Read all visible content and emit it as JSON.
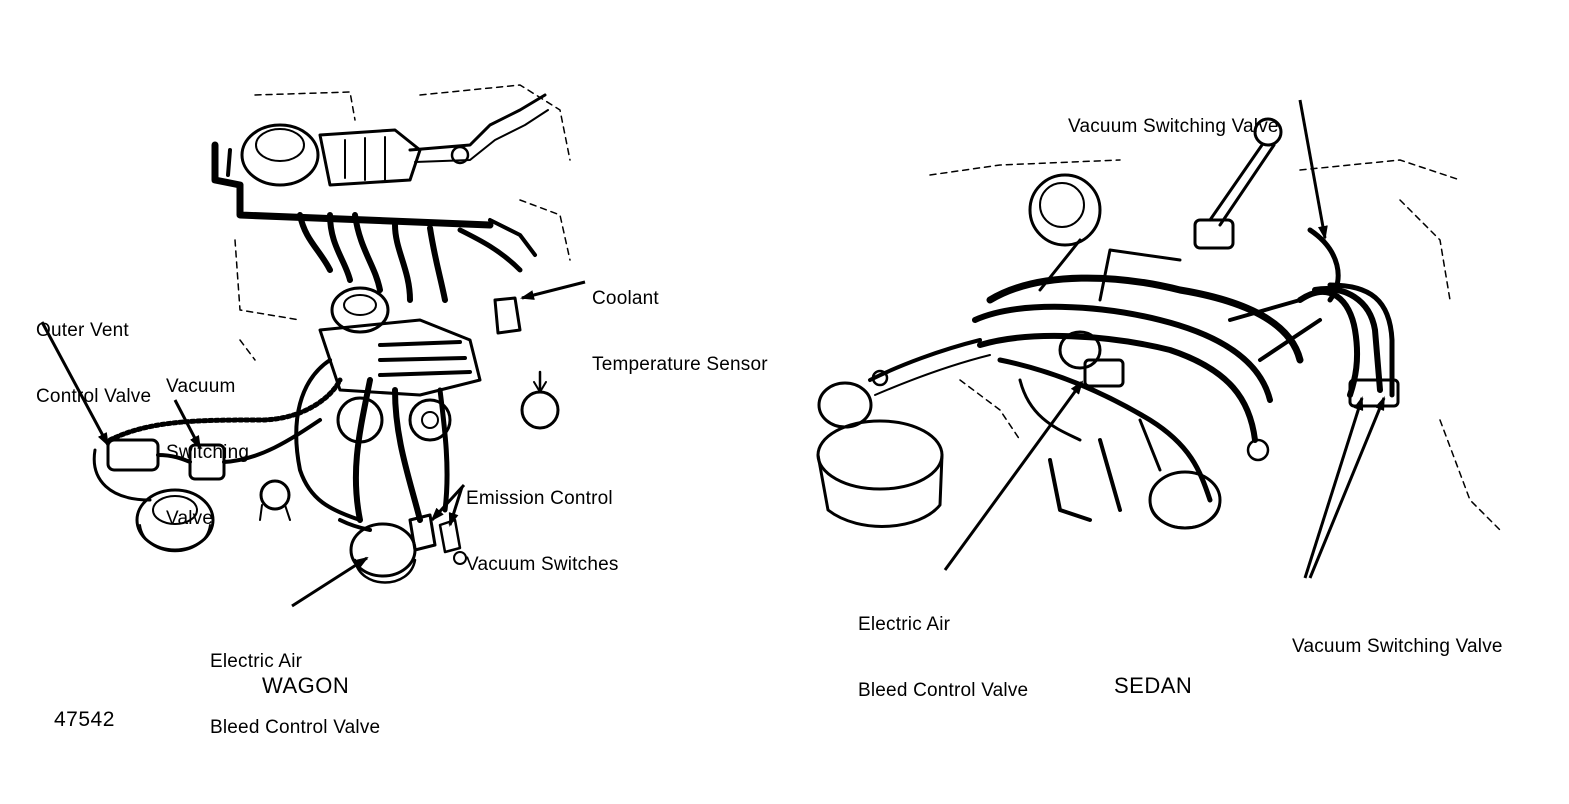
{
  "figure_number": "47542",
  "panels": [
    {
      "caption": "WAGON",
      "labels": [
        {
          "lines": [
            "Outer Vent",
            "Control Valve"
          ]
        },
        {
          "lines": [
            "Vacuum",
            "Switching",
            "Valve"
          ]
        },
        {
          "lines": [
            "Coolant",
            "Temperature Sensor"
          ]
        },
        {
          "lines": [
            "Emission Control",
            "Vacuum Switches"
          ]
        },
        {
          "lines": [
            "Electric Air",
            "Bleed Control Valve"
          ]
        }
      ]
    },
    {
      "caption": "SEDAN",
      "labels": [
        {
          "lines": [
            "Vacuum Switching Valve"
          ]
        },
        {
          "lines": [
            "Electric Air",
            "Bleed Control Valve"
          ]
        },
        {
          "lines": [
            "Vacuum Switching Valve"
          ]
        }
      ]
    }
  ]
}
